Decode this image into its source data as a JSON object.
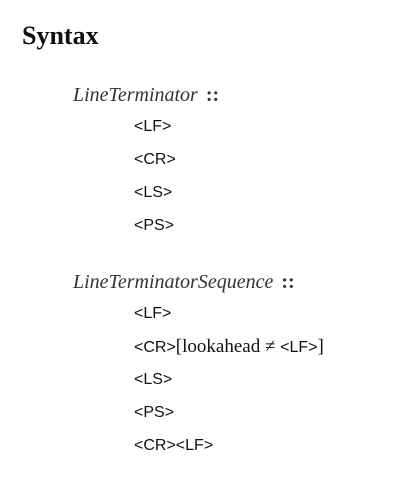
{
  "section": {
    "title": "Syntax"
  },
  "productions": [
    {
      "name": "LineTerminator",
      "operator": "::",
      "alternatives": [
        {
          "terminal": "<LF>"
        },
        {
          "terminal": "<CR>"
        },
        {
          "terminal": "<LS>"
        },
        {
          "terminal": "<PS>"
        }
      ]
    },
    {
      "name": "LineTerminatorSequence",
      "operator": "::",
      "alternatives": [
        {
          "terminal": "<LF>"
        },
        {
          "terminal": "<CR>",
          "lookahead": {
            "open": "[lookahead ≠ ",
            "terminal": "<LF>",
            "close": "]"
          }
        },
        {
          "terminal": "<LS>"
        },
        {
          "terminal": "<PS>"
        },
        {
          "terminal": "<CR><LF>"
        }
      ]
    }
  ]
}
